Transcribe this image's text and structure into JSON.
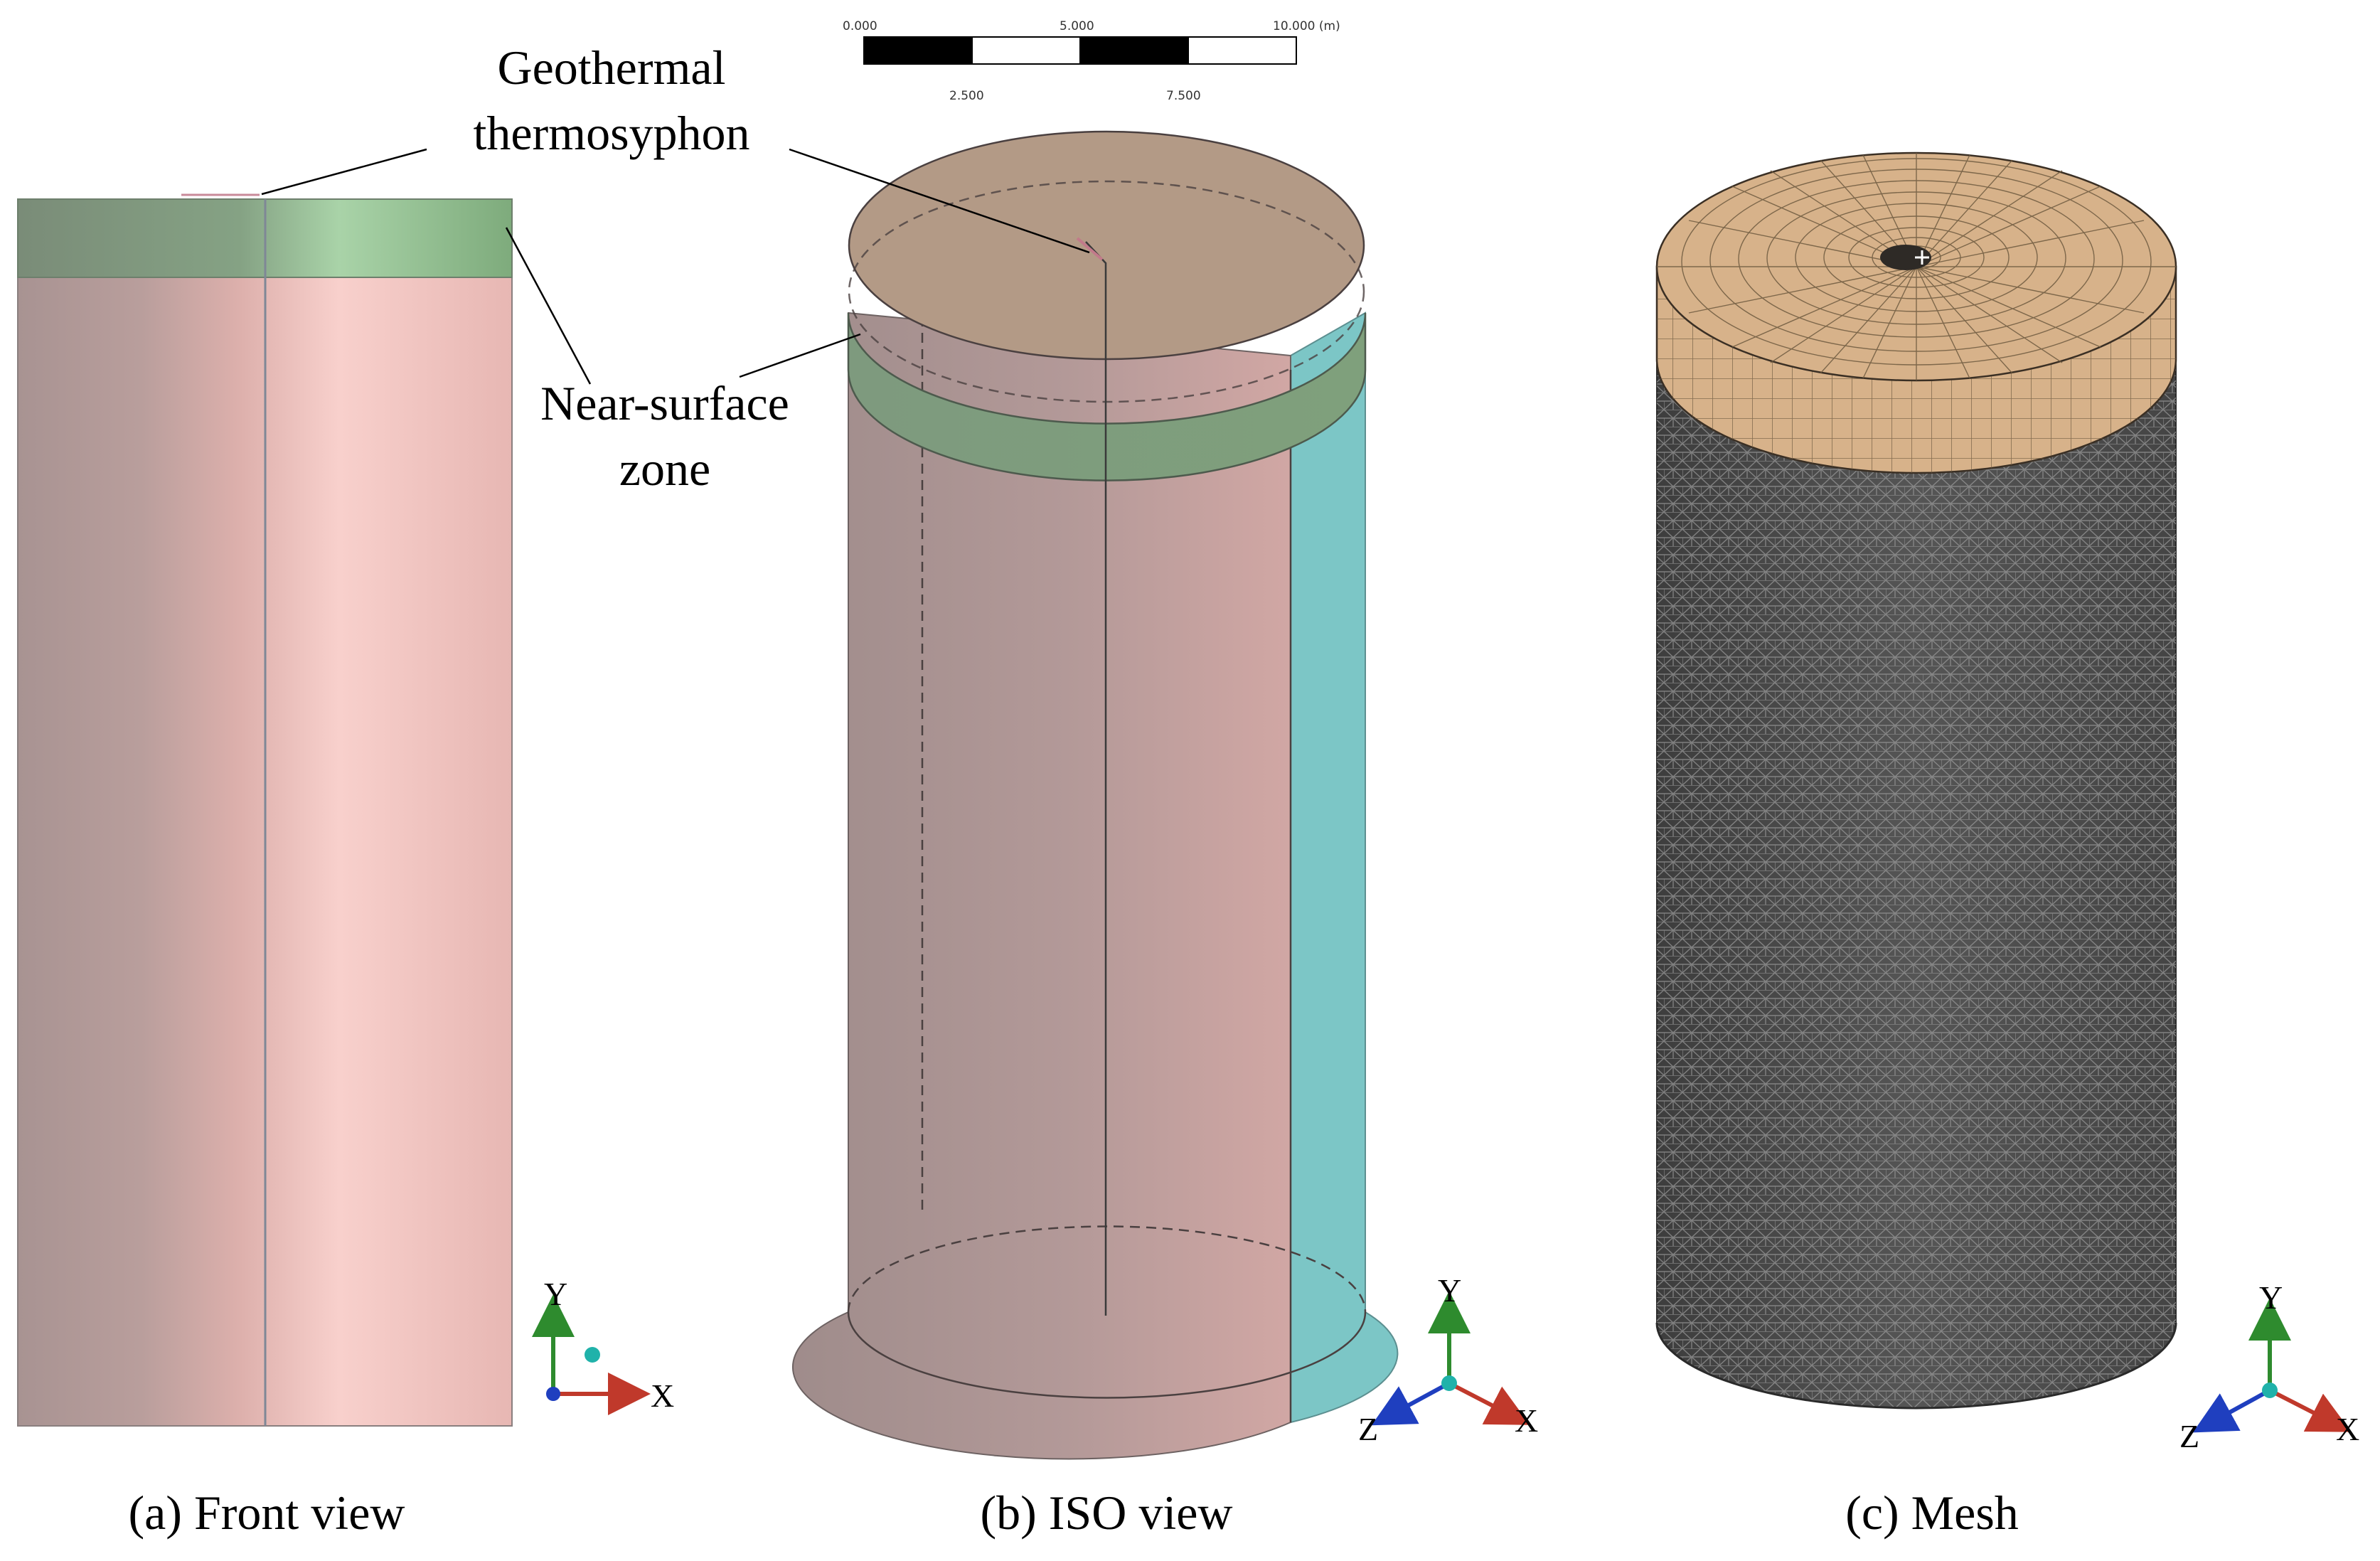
{
  "annotations": {
    "geothermal_line1": "Geothermal",
    "geothermal_line2": "thermosyphon",
    "nearsurface_line1": "Near-surface",
    "nearsurface_line2": "zone"
  },
  "scale_bar": {
    "top_labels": [
      "0.000",
      "5.000",
      "10.000 (m)"
    ],
    "bottom_labels": [
      "2.500",
      "7.500"
    ]
  },
  "axes": {
    "y": "Y",
    "x": "X",
    "z": "Z"
  },
  "captions": {
    "a": "(a) Front view",
    "b": "(b) ISO view",
    "c": "(c) Mesh"
  },
  "colors": {
    "rock": "#c9a0a0",
    "near_surface": "#7fa882",
    "top_iso": "#b39a86",
    "side_cyan": "#7cc6c6",
    "mesh_top": "#d7b28a",
    "mesh_body": "#4d4d4d",
    "axis_x": "#c0392b",
    "axis_y": "#2e8b2e",
    "axis_z": "#1f3fbf",
    "axis_origin": "#20b2aa"
  }
}
